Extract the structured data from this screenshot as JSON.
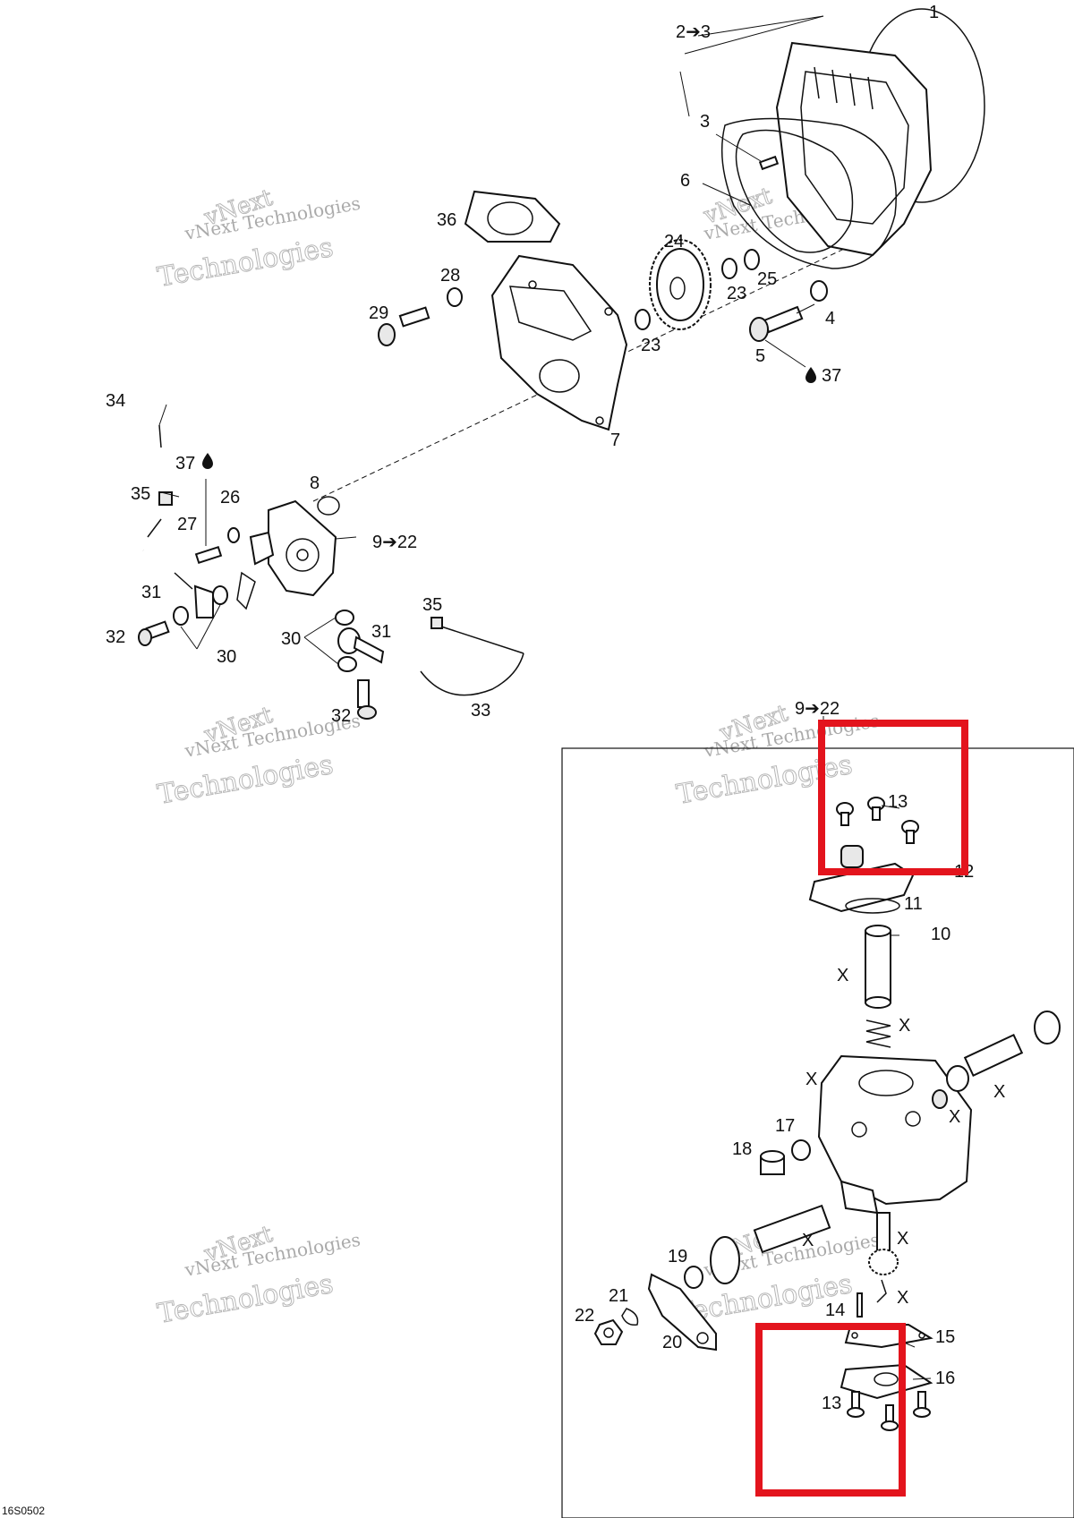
{
  "diagram": {
    "drawing_code": "16S0502",
    "callouts": {
      "c1": "1",
      "c2_3": "2➔3",
      "c3": "3",
      "c6": "6",
      "c36": "36",
      "c24": "24",
      "c23a": "23",
      "c25": "25",
      "c28": "28",
      "c29": "29",
      "c23b": "23",
      "c4": "4",
      "c5": "5",
      "c37a": "37",
      "c34": "34",
      "c7": "7",
      "c37b": "37",
      "c35a": "35",
      "c26": "26",
      "c8": "8",
      "c27": "27",
      "c9_22a": "9➔22",
      "c31a": "31",
      "c32a": "32",
      "c30a": "30",
      "c35b": "35",
      "c30b": "30",
      "c31b": "31",
      "c33": "33",
      "c32b": "32",
      "c9_22b": "9➔22",
      "c13a": "13",
      "c12": "12",
      "c11": "11",
      "c10": "10",
      "x1": "X",
      "x2": "X",
      "x3": "X",
      "x4": "X",
      "x5": "X",
      "c17": "17",
      "c18": "18",
      "x6": "X",
      "x7": "X",
      "x8": "X",
      "c19": "19",
      "c21": "21",
      "c22": "22",
      "c20": "20",
      "c14": "14",
      "c15": "15",
      "c16": "16",
      "c13b": "13"
    },
    "watermark": {
      "line1": "vNext Technologies",
      "line2": "Technologies",
      "line0": "vNext"
    },
    "highlight_color": "#e3141d"
  }
}
